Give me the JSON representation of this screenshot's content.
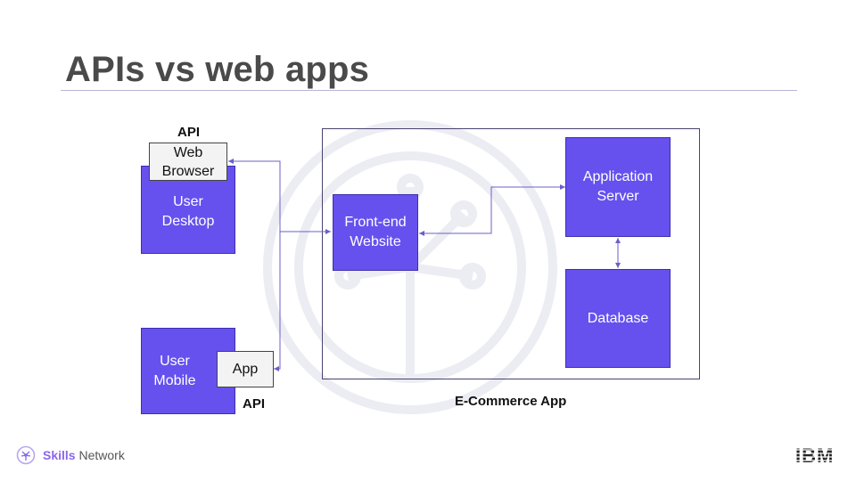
{
  "title": "APIs vs web apps",
  "diagram": {
    "api_top": "API",
    "web_browser": "Web\nBrowser",
    "user_desktop": "User\nDesktop",
    "user_mobile": "User\nMobile",
    "app": "App",
    "api_bottom": "API",
    "frontend": "Front-end\nWebsite",
    "app_server": "Application\nServer",
    "database": "Database",
    "container_label": "E-Commerce App"
  },
  "footer": {
    "brand_bold": "Skills",
    "brand_rest": " Network",
    "ibm_logo_text": "IBM"
  },
  "colors": {
    "box": "#6651ee",
    "connector": "#6b5fc8",
    "brand": "#8a67ec"
  }
}
